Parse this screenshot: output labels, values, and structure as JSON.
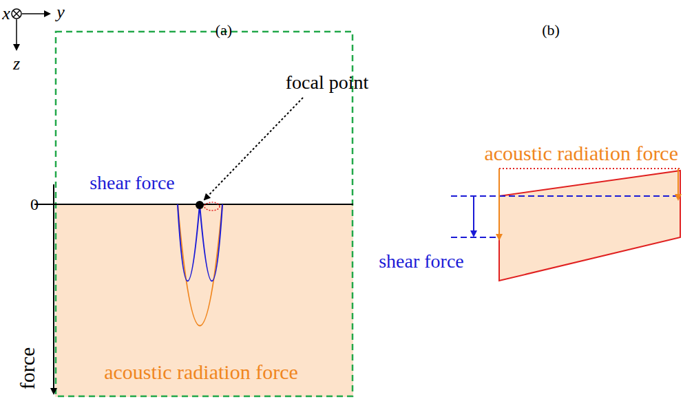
{
  "diagram": {
    "labels": [
      "x",
      "y",
      "z",
      "(a)",
      "(b)",
      "focal point",
      "0",
      "shear force",
      "acoustic radiation force",
      "force",
      "acoustic radiation force",
      "shear force"
    ]
  }
}
